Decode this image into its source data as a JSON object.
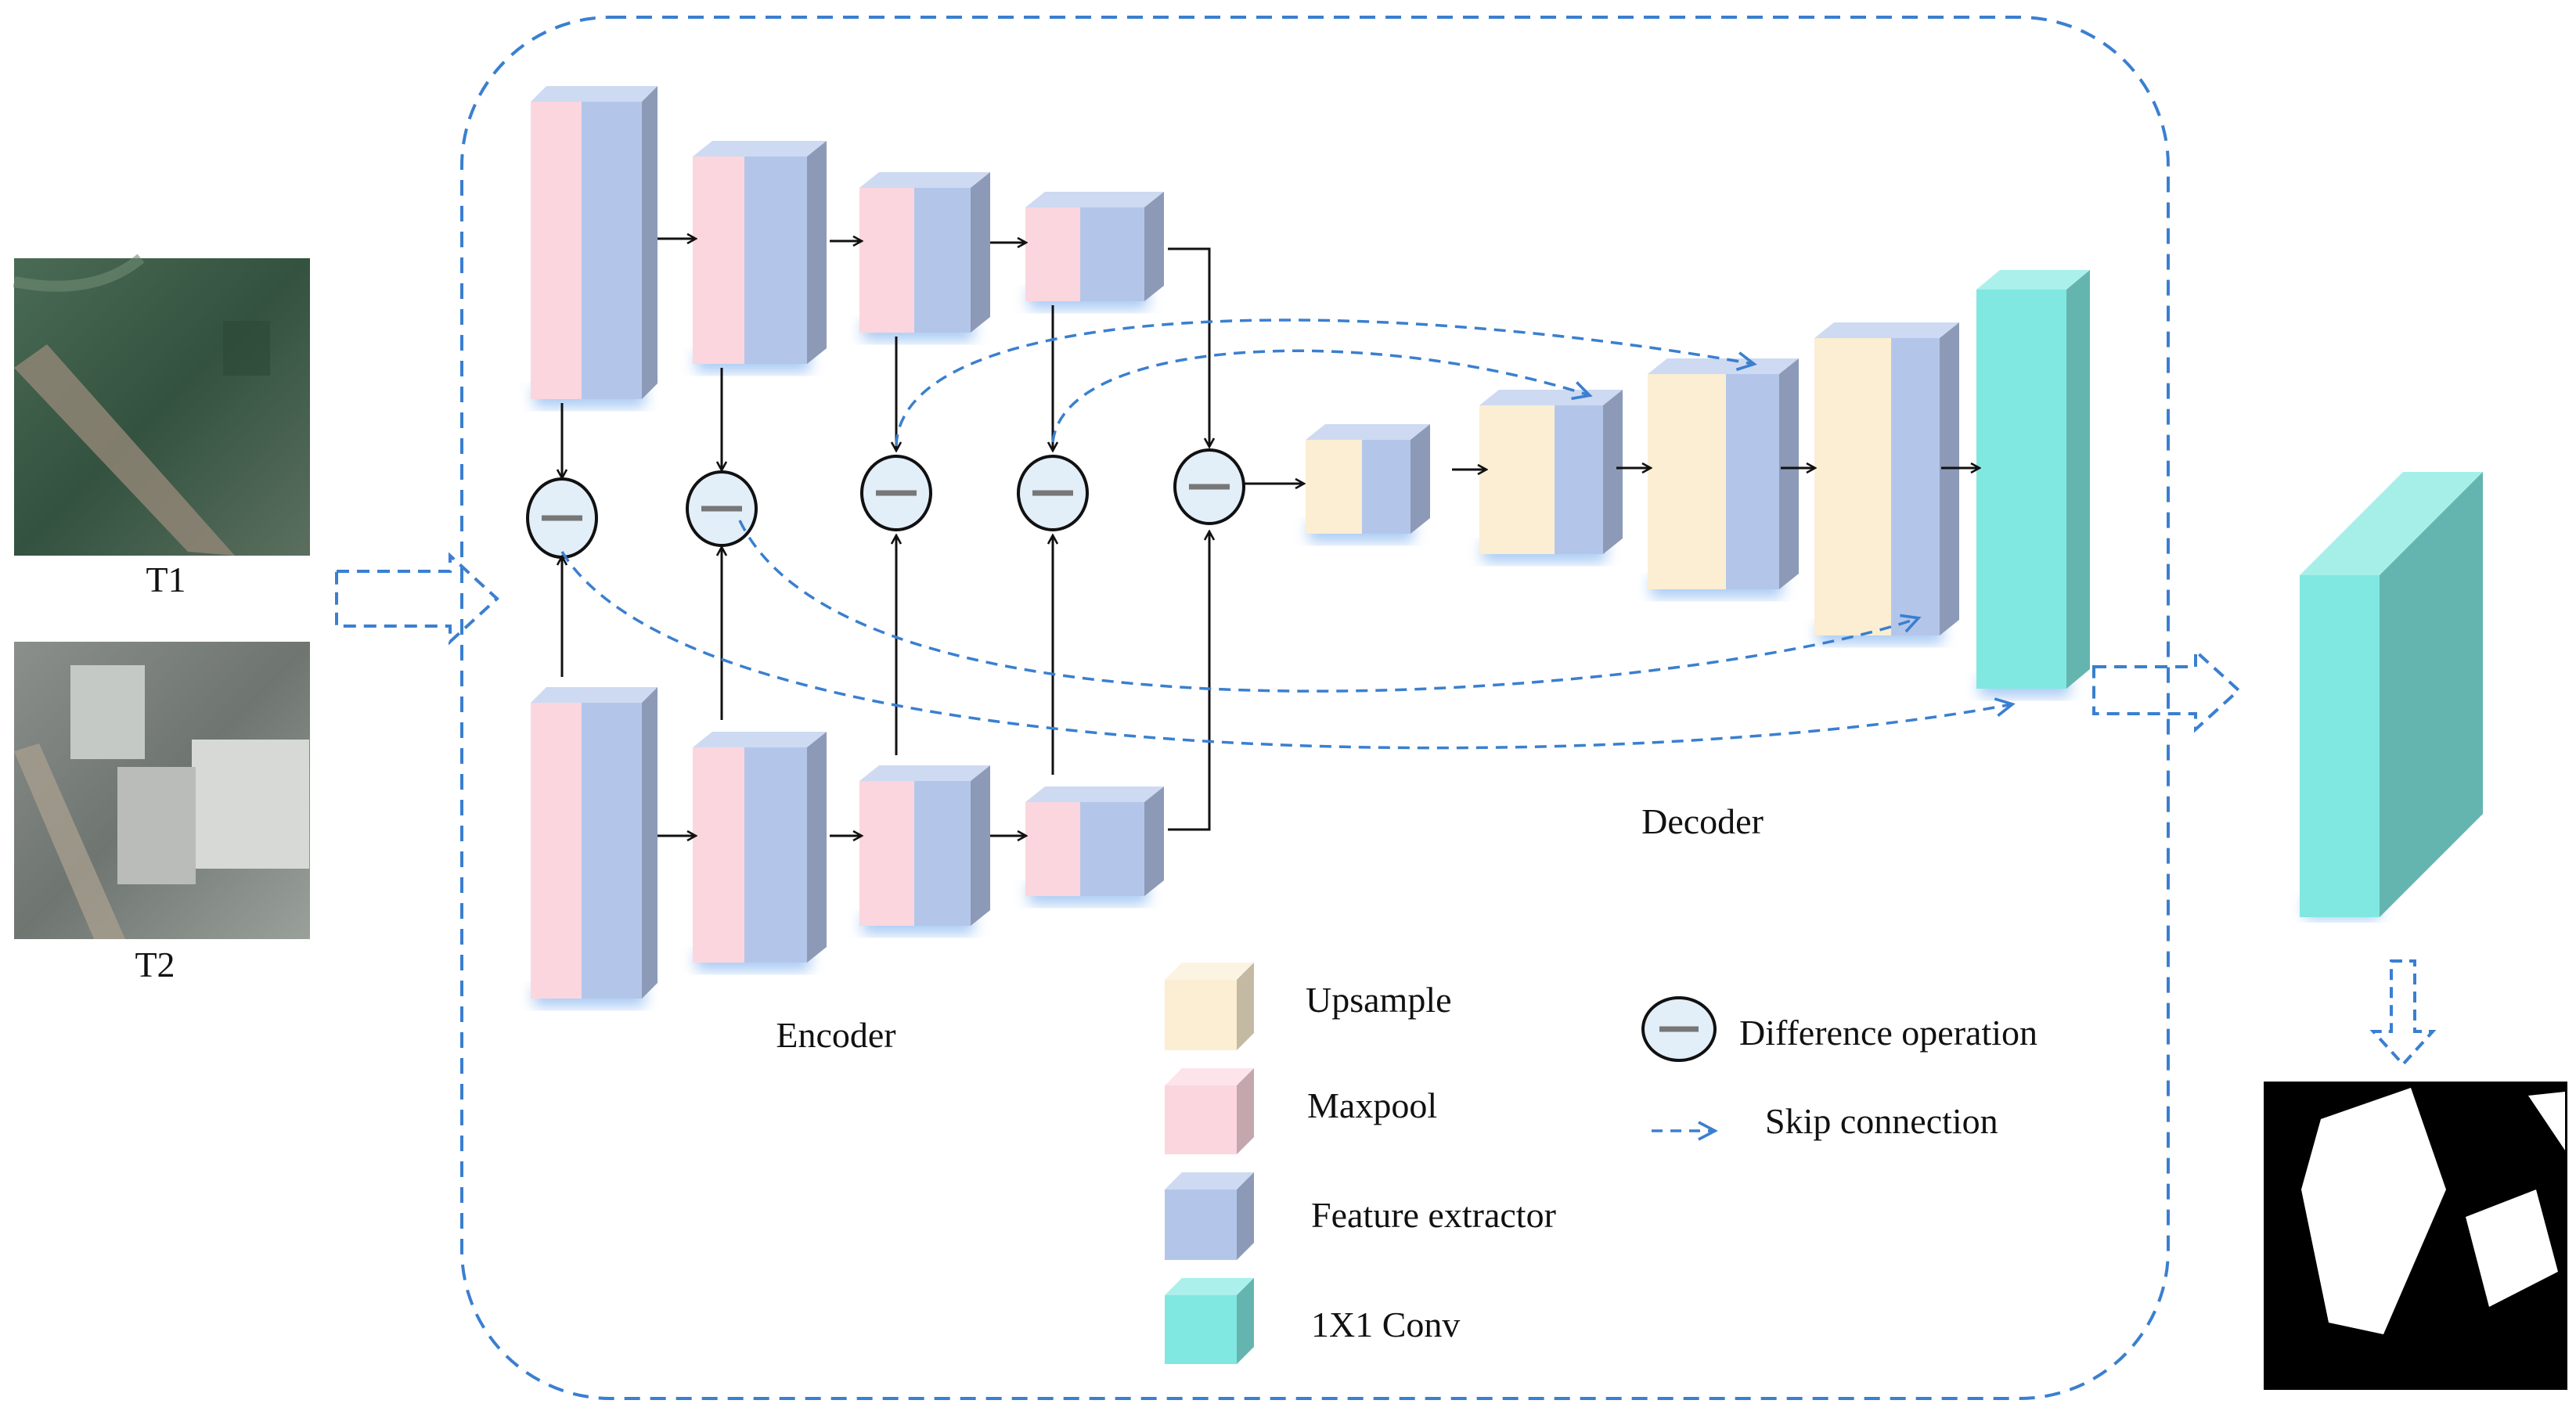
{
  "inputs": {
    "t1_label": "T1",
    "t2_label": "T2"
  },
  "sections": {
    "encoder_label": "Encoder",
    "decoder_label": "Decoder"
  },
  "legend": {
    "upsample": "Upsample",
    "maxpool": "Maxpool",
    "feature_extractor": "Feature extractor",
    "conv1x1": "1X1 Conv",
    "difference_operation": "Difference operation",
    "skip_connection": "Skip connection"
  },
  "colors": {
    "upsample": "#fbeed2",
    "maxpool": "#fbd6de",
    "feature_extractor": "#b3c6ea",
    "conv1x1": "#80e8e0",
    "skip_connection": "#3a7fd0",
    "difference_node": "#e2eef8"
  }
}
